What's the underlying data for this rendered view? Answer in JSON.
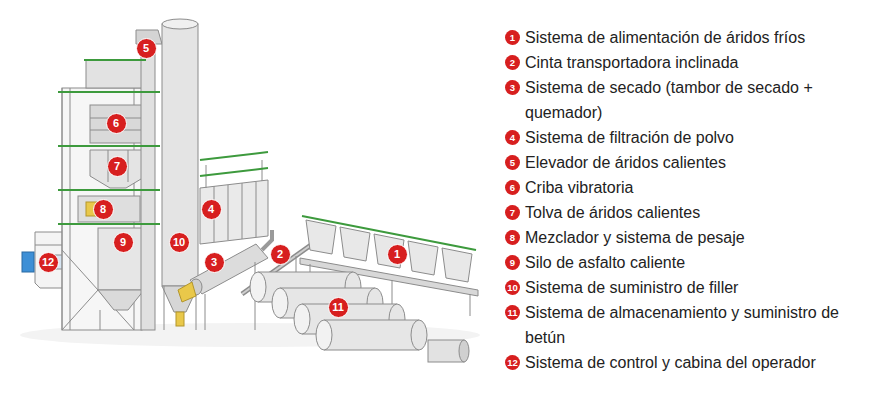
{
  "diagram": {
    "nodes": [
      {
        "text": [
          "5"
        ]
      },
      {
        "text": [
          "6"
        ]
      },
      {
        "text": [
          "7"
        ]
      },
      {
        "text": [
          "8"
        ]
      },
      {
        "text": [
          "4"
        ]
      },
      {
        "text": [
          "9"
        ]
      },
      {
        "text": [
          "10"
        ]
      },
      {
        "text": [
          "2"
        ]
      },
      {
        "text": [
          "1"
        ]
      },
      {
        "text": [
          "12"
        ]
      },
      {
        "text": [
          "3"
        ]
      },
      {
        "text": [
          "11"
        ]
      },
      {
        "text": [
          "1",
          "Sistema de alimentación de áridos fríos"
        ]
      },
      {
        "text": [
          "2",
          "Cinta transportadora inclinada"
        ]
      },
      {
        "text": [
          "3",
          "Sistema de secado (tambor de secado + quemador)"
        ]
      },
      {
        "text": [
          "4",
          "Sistema de filtración de polvo"
        ]
      },
      {
        "text": [
          "5",
          "Elevador de áridos calientes"
        ]
      },
      {
        "text": [
          "6",
          "Criba vibratoria"
        ]
      },
      {
        "text": [
          "7",
          "Tolva de áridos calientes"
        ]
      },
      {
        "text": [
          "8",
          "Mezclador y sistema de pesaje"
        ]
      },
      {
        "text": [
          "9",
          "Silo de asfalto caliente"
        ]
      },
      {
        "text": [
          "10",
          "Sistema de suministro de filler"
        ]
      },
      {
        "text": [
          "11",
          "Sistema de almacenamiento y suministro de betún"
        ]
      },
      {
        "text": [
          "12",
          "Sistema de control y cabina del operador"
        ]
      }
    ]
  }
}
